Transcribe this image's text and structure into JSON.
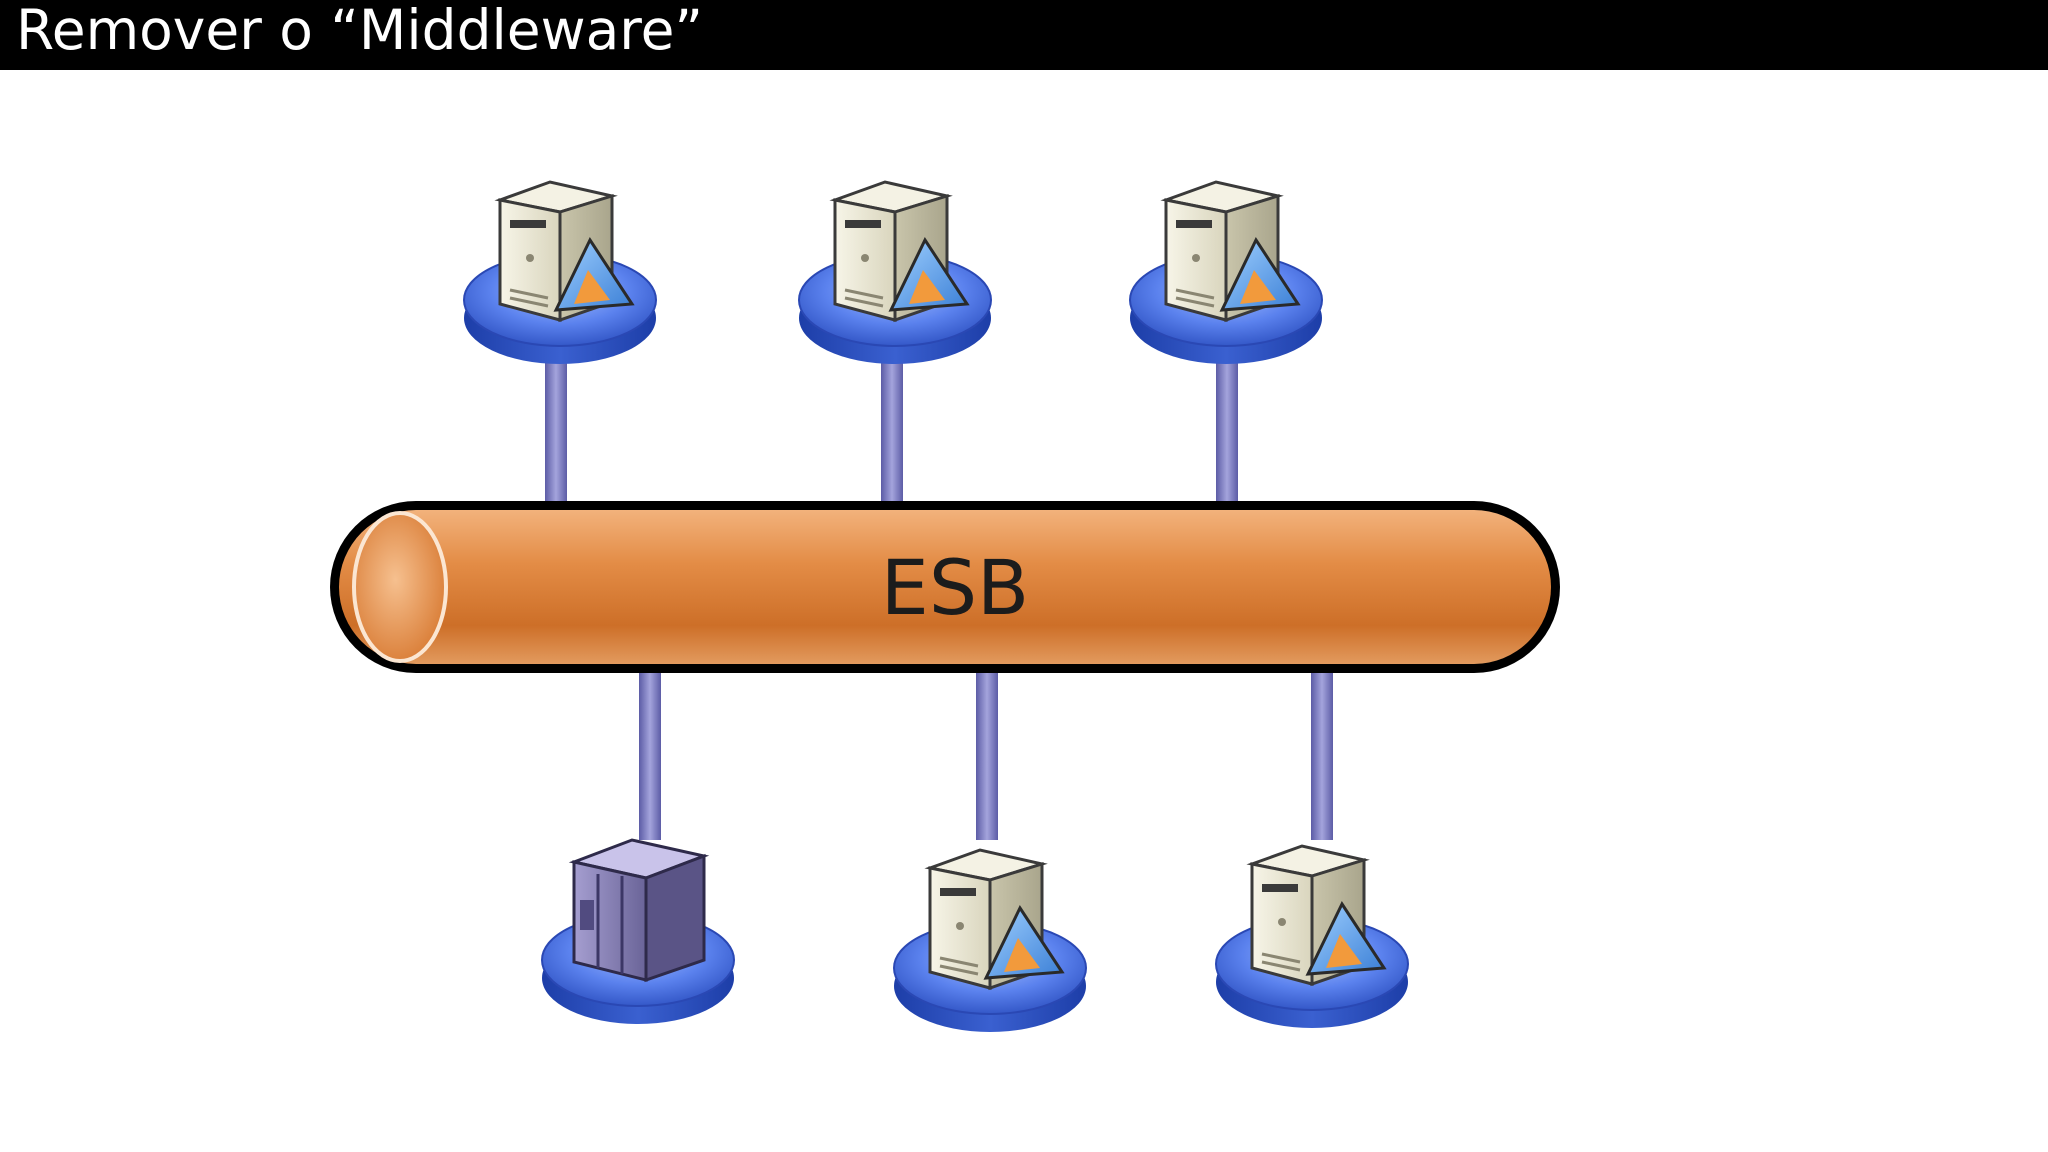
{
  "slide": {
    "title": "Remover o “Middleware”"
  },
  "diagram": {
    "bus_label": "ESB",
    "nodes": [
      {
        "id": "top-1",
        "kind": "application-server",
        "side": "top"
      },
      {
        "id": "top-2",
        "kind": "application-server",
        "side": "top"
      },
      {
        "id": "top-3",
        "kind": "application-server",
        "side": "top"
      },
      {
        "id": "bottom-1",
        "kind": "mainframe",
        "side": "bottom"
      },
      {
        "id": "bottom-2",
        "kind": "application-server",
        "side": "bottom"
      },
      {
        "id": "bottom-3",
        "kind": "application-server",
        "side": "bottom"
      }
    ]
  },
  "colors": {
    "title_bar": "#000000",
    "title_text": "#ffffff",
    "bus_fill": "#d9803a",
    "connector": "#7e7ec2",
    "platform": "#3f63d6",
    "server_body": "#ece9d6",
    "mainframe_body": "#7a74a8"
  }
}
